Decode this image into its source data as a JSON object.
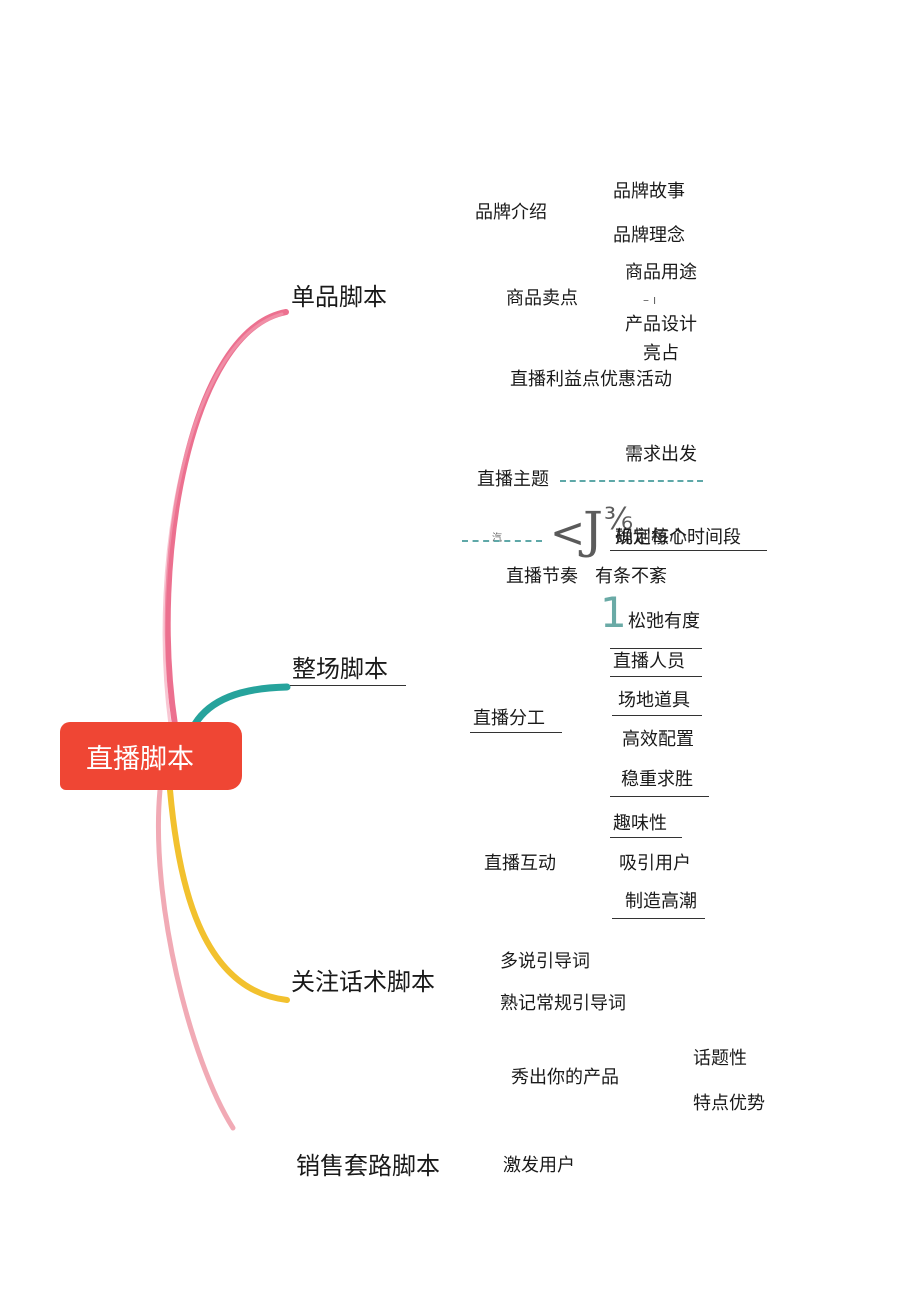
{
  "root": {
    "label": "直播脚本",
    "color": "#ef4634"
  },
  "branches": [
    {
      "label": "单品脚本",
      "color": "#e9577b",
      "children": [
        {
          "label": "品牌介绍",
          "children": [
            "品牌故事",
            "品牌理念"
          ]
        },
        {
          "label": "商品卖点",
          "children": [
            "商品用途",
            "产品设计",
            "亮占"
          ]
        },
        {
          "label": "直播利益点优惠活动",
          "children": []
        }
      ]
    },
    {
      "label": "整场脚本",
      "color": "#26a39c",
      "children": [
        {
          "label": "直播主题",
          "children": [
            "需求出发"
          ]
        },
        {
          "label": "直播节奏",
          "children": [
            "确定每个时间段",
            "有条不紊",
            "松弛有度"
          ]
        },
        {
          "label": "直播分工",
          "children": [
            "直播人员",
            "场地道具",
            "高效配置",
            "稳重求胜"
          ]
        },
        {
          "label": "直播互动",
          "children": [
            "趣味性",
            "吸引用户",
            "制造高潮"
          ]
        }
      ]
    },
    {
      "label": "关注话术脚本",
      "color": "#f2c12e",
      "children": [
        {
          "label": "多说引导词",
          "children": []
        },
        {
          "label": "熟记常规引导词",
          "children": []
        },
        {
          "label": "秀出你的产品",
          "children": [
            "话题性",
            "特点优势"
          ]
        }
      ]
    },
    {
      "label": "销售套路脚本",
      "color": "#f0a1ad",
      "children": [
        {
          "label": "激发用户",
          "children": []
        }
      ]
    }
  ],
  "artifacts": {
    "overlap_text": "规划核心",
    "glyph_lt": "<",
    "glyph_j": "J",
    "glyph_fraction": "³⁄₆",
    "glyph_one": "1",
    "tick_text": "汽",
    "marks": "– ı"
  }
}
